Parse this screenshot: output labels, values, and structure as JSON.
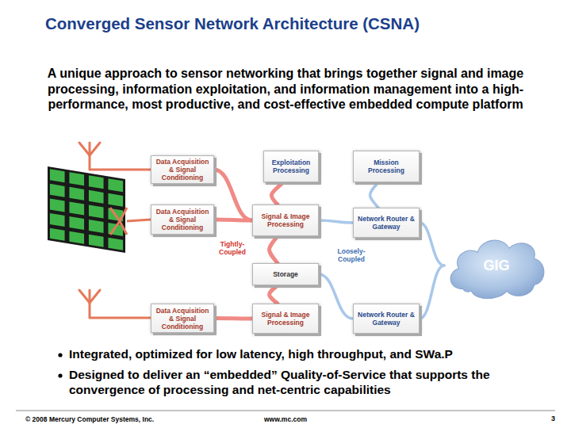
{
  "diagram": {
    "title": "Converged Sensor Network Architecture (CSNA)",
    "nodes": [
      {
        "text": [
          "Data Acquisition & Signal Conditioning"
        ]
      },
      {
        "text": [
          "Exploitation Processing"
        ]
      },
      {
        "text": [
          "Mission Processing"
        ]
      },
      {
        "text": [
          "Data Acquisition & Signal Conditioning"
        ]
      },
      {
        "text": [
          "Signal & Image Processing"
        ]
      },
      {
        "text": [
          "Network Router & Gateway"
        ]
      },
      {
        "text": [
          "Storage"
        ]
      },
      {
        "text": [
          "Data Acquisition & Signal Conditioning"
        ]
      },
      {
        "text": [
          "Signal & Image Processing"
        ]
      },
      {
        "text": [
          "Network Router & Gateway"
        ]
      },
      {
        "text": [
          "GIG"
        ]
      }
    ],
    "edges": [
      {
        "from": 0,
        "to": 4,
        "arrow": "none"
      },
      {
        "from": 3,
        "to": 4,
        "arrow": "none"
      },
      {
        "from": 1,
        "to": 4,
        "arrow": "none"
      },
      {
        "from": 4,
        "to": 6,
        "arrow": "none"
      },
      {
        "from": 7,
        "to": 8,
        "arrow": "none"
      },
      {
        "from": 6,
        "to": 8,
        "arrow": "none"
      },
      {
        "from": 4,
        "to": 5,
        "arrow": "none"
      },
      {
        "from": 2,
        "to": 5,
        "arrow": "none"
      },
      {
        "from": 6,
        "to": 9,
        "arrow": "none"
      },
      {
        "from": 5,
        "to": 10,
        "arrow": "none"
      },
      {
        "from": 9,
        "to": 10,
        "arrow": "none"
      }
    ],
    "labels": [
      "A unique approach to sensor networking that brings together signal and image processing, information exploitation, and information management into a high-performance, most productive, and cost-effective embedded compute platform",
      "Tightly-Coupled",
      "Loosely-Coupled",
      "Integrated, optimized for low latency, high throughput, and SWa.P",
      "Designed to deliver an “embedded” Quality-of-Service that supports the convergence of processing and net-centric capabilities",
      "© 2008 Mercury Computer Systems, Inc.",
      "www.mc.com",
      "3"
    ]
  }
}
